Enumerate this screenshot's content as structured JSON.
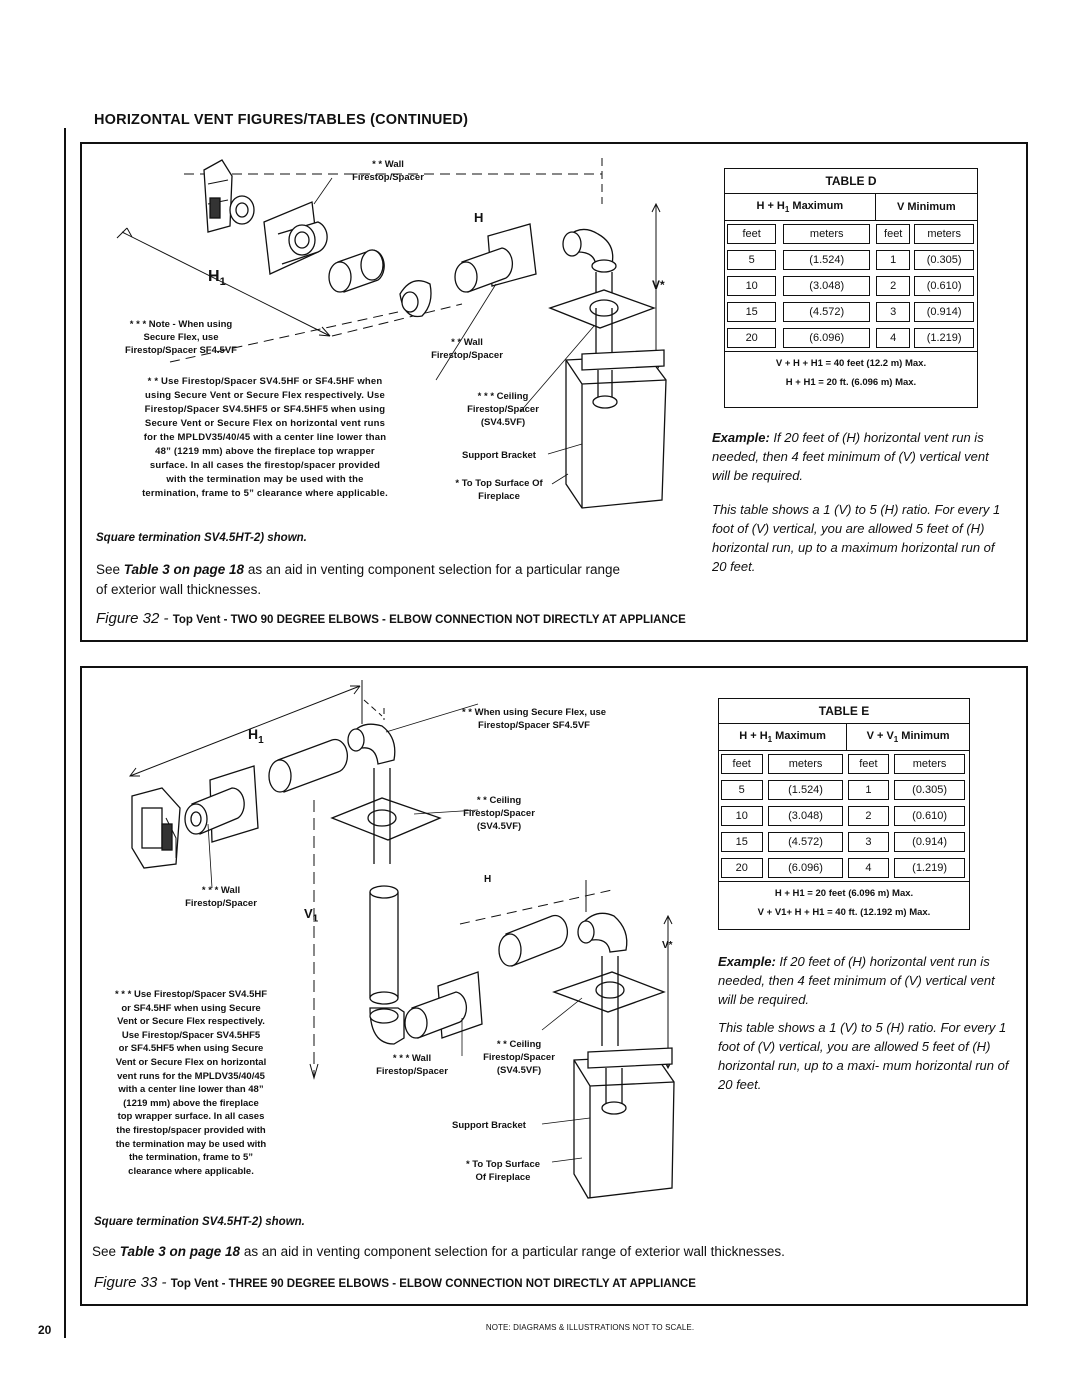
{
  "section_heading": "HORIZONTAL VENT FIGURES/TABLES (CONTINUED)",
  "page_number": "20",
  "footer_note": "NOTE: DIAGRAMS & ILLUSTRATIONS NOT TO SCALE.",
  "figure32": {
    "labels": {
      "wall_firestop_top_1": "* * Wall",
      "wall_firestop_top_2": "Firestop/Spacer",
      "dim_h": "H",
      "dim_h1": "H",
      "dim_h1_sub": "1",
      "dim_v": "V*",
      "note_secure_1": "* * * Note - When using",
      "note_secure_2": "Secure Flex, use",
      "note_secure_3": "Firestop/Spacer SF4.5VF",
      "wall_firestop_mid_1": "* * Wall",
      "wall_firestop_mid_2": "Firestop/Spacer",
      "ceiling_1": "* * * Ceiling",
      "ceiling_2": "Firestop/Spacer",
      "ceiling_3": "(SV4.5VF)",
      "support_bracket": "Support Bracket",
      "top_surface_1": "* To Top Surface Of",
      "top_surface_2": "Fireplace"
    },
    "use_note": [
      "* * Use Firestop/Spacer SV4.5HF or SF4.5HF when",
      "using Secure Vent or Secure Flex respectively. Use",
      "Firestop/Spacer SV4.5HF5 or SF4.5HF5 when using",
      "Secure Vent or Secure Flex on horizontal vent runs",
      "for the MPLDV35/40/45 with a center line lower than",
      "48” (1219 mm) above the fireplace top wrapper",
      "surface. In all cases the firestop/spacer provided",
      "with the termination may be used with the",
      "termination, frame to 5” clearance where applicable."
    ],
    "caption": "Square termination  SV4.5HT-2) shown.",
    "see_prefix": "See ",
    "see_ref": "Table 3 on page 18",
    "see_suffix_1": "  as an aid in venting component selection for a particular range",
    "see_suffix_2": "of exterior wall thicknesses.",
    "title_prefix": "Figure 32 - ",
    "title_text": "Top Vent - TWO 90 DEGREE ELBOWS - ELBOW CONNECTION NOT DIRECTLY AT APPLIANCE",
    "table": {
      "title": "TABLE  D",
      "col1_header": "H + H",
      "col1_header_sub": "1",
      "col1_header_suffix": " Maximum",
      "col2_header": "V Minimum",
      "units": [
        "feet",
        "meters",
        "feet",
        "meters"
      ],
      "rows": [
        [
          "5",
          "(1.524)",
          "1",
          "(0.305)"
        ],
        [
          "10",
          "(3.048)",
          "2",
          "(0.610)"
        ],
        [
          "15",
          "(4.572)",
          "3",
          "(0.914)"
        ],
        [
          "20",
          "(6.096)",
          "4",
          "(1.219)"
        ]
      ],
      "footer_1": "V + H + H1 = 40 feet (12.2 m) Max.",
      "footer_2": "H + H1 = 20 ft. (6.096 m) Max."
    },
    "example_label": "Example:",
    "example_text": " If 20 feet of (H) horizontal vent run is needed, then 4 feet minimum of (V) vertical vent will be required.",
    "ratio_text": "This table shows a 1 (V) to 5 (H) ratio.  For every 1 foot of (V) vertical, you are allowed 5 feet of (H) horizontal run, up to a maximum horizontal run of 20 feet."
  },
  "figure33": {
    "labels": {
      "secure_flex_1": "* * When using Secure Flex, use",
      "secure_flex_2": "Firestop/Spacer SF4.5VF",
      "dim_h1": "H",
      "dim_h1_sub": "1",
      "ceiling_top_1": "* * Ceiling",
      "ceiling_top_2": "Firestop/Spacer",
      "ceiling_top_3": "(SV4.5VF)",
      "wall_left_1": "* * * Wall",
      "wall_left_2": "Firestop/Spacer",
      "dim_v1": "V",
      "dim_v1_sub": "1",
      "dim_h": "H",
      "dim_v": "V*",
      "wall_bottom_1": "* * * Wall",
      "wall_bottom_2": "Firestop/Spacer",
      "ceiling_bot_1": "* * Ceiling",
      "ceiling_bot_2": "Firestop/Spacer",
      "ceiling_bot_3": "(SV4.5VF)",
      "support_bracket": "Support Bracket",
      "top_surface_1": "* To Top Surface",
      "top_surface_2": "Of Fireplace"
    },
    "use_note": [
      "* * * Use Firestop/Spacer SV4.5HF",
      "or SF4.5HF when using Secure",
      "Vent or Secure Flex respectively.",
      "Use Firestop/Spacer SV4.5HF5",
      "or SF4.5HF5 when using Secure",
      "Vent or Secure Flex on horizontal",
      "vent runs for the MPLDV35/40/45",
      "with a center line lower than 48”",
      "(1219 mm) above the fireplace",
      "top wrapper surface.  In all cases",
      "the firestop/spacer provided with",
      "the termination may be used with",
      "the termination, frame to 5”",
      "clearance where applicable."
    ],
    "caption": "Square termination  SV4.5HT-2) shown.",
    "see_prefix": "See ",
    "see_ref": "Table 3 on page 18",
    "see_suffix": "  as an aid in venting component selection for a particular range of exterior wall thicknesses.",
    "title_prefix": "Figure 33 - ",
    "title_text": "Top Vent - THREE 90 DEGREE ELBOWS - ELBOW CONNECTION NOT DIRECTLY AT APPLIANCE",
    "table": {
      "title": "TABLE  E",
      "col1_header": "H + H",
      "col1_header_sub": "1",
      "col1_header_suffix": " Maximum",
      "col2_header": "V + V",
      "col2_header_sub": "1",
      "col2_header_suffix": " Minimum",
      "units": [
        "feet",
        "meters",
        "feet",
        "meters"
      ],
      "rows": [
        [
          "5",
          "(1.524)",
          "1",
          "(0.305)"
        ],
        [
          "10",
          "(3.048)",
          "2",
          "(0.610)"
        ],
        [
          "15",
          "(4.572)",
          "3",
          "(0.914)"
        ],
        [
          "20",
          "(6.096)",
          "4",
          "(1.219)"
        ]
      ],
      "footer_1": "H + H1 = 20 feet (6.096 m) Max.",
      "footer_2": "V + V1+ H + H1 = 40 ft. (12.192 m) Max."
    },
    "example_label": "Example:",
    "example_text": " If 20 feet of (H) horizontal vent run is needed, then 4 feet minimum of (V) vertical vent will be required.",
    "ratio_text": "This table shows a 1 (V) to 5 (H) ratio.  For every 1 foot of (V) vertical, you are allowed 5 feet of (H) horizontal run, up to a maxi- mum horizontal run of 20 feet."
  }
}
